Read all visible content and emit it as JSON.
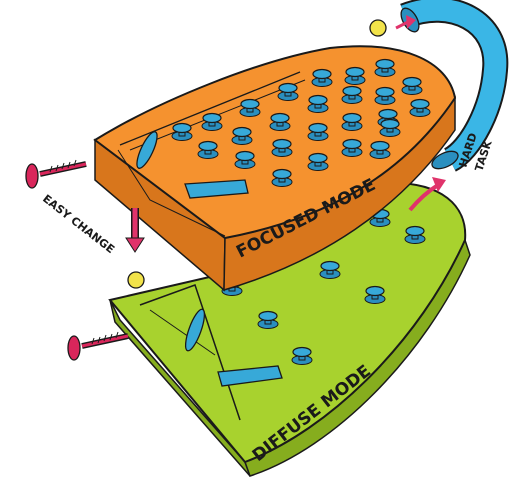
{
  "labels": {
    "focused_mode": "FOCUSED MODE",
    "diffuse_mode": "DIFFUSE MODE",
    "hard_task_line1": "HARD",
    "hard_task_line2": "TASK",
    "easy_change": "EASY CHANGE"
  },
  "colors": {
    "focused_board": "#f5922f",
    "focused_board_dark": "#d8761c",
    "diffuse_board": "#a8d22e",
    "diffuse_board_dark": "#86ad1e",
    "bumper": "#37a9d8",
    "tube": "#3ab6e6",
    "arrow": "#e0336b",
    "plunger": "#d9265b",
    "ball": "#f2e34a",
    "outline": "#1a1a1a"
  },
  "icons": [
    "pinball-board-icon",
    "bumper-icon",
    "plunger-icon",
    "ball-icon",
    "tube-icon",
    "arrow-icon"
  ]
}
